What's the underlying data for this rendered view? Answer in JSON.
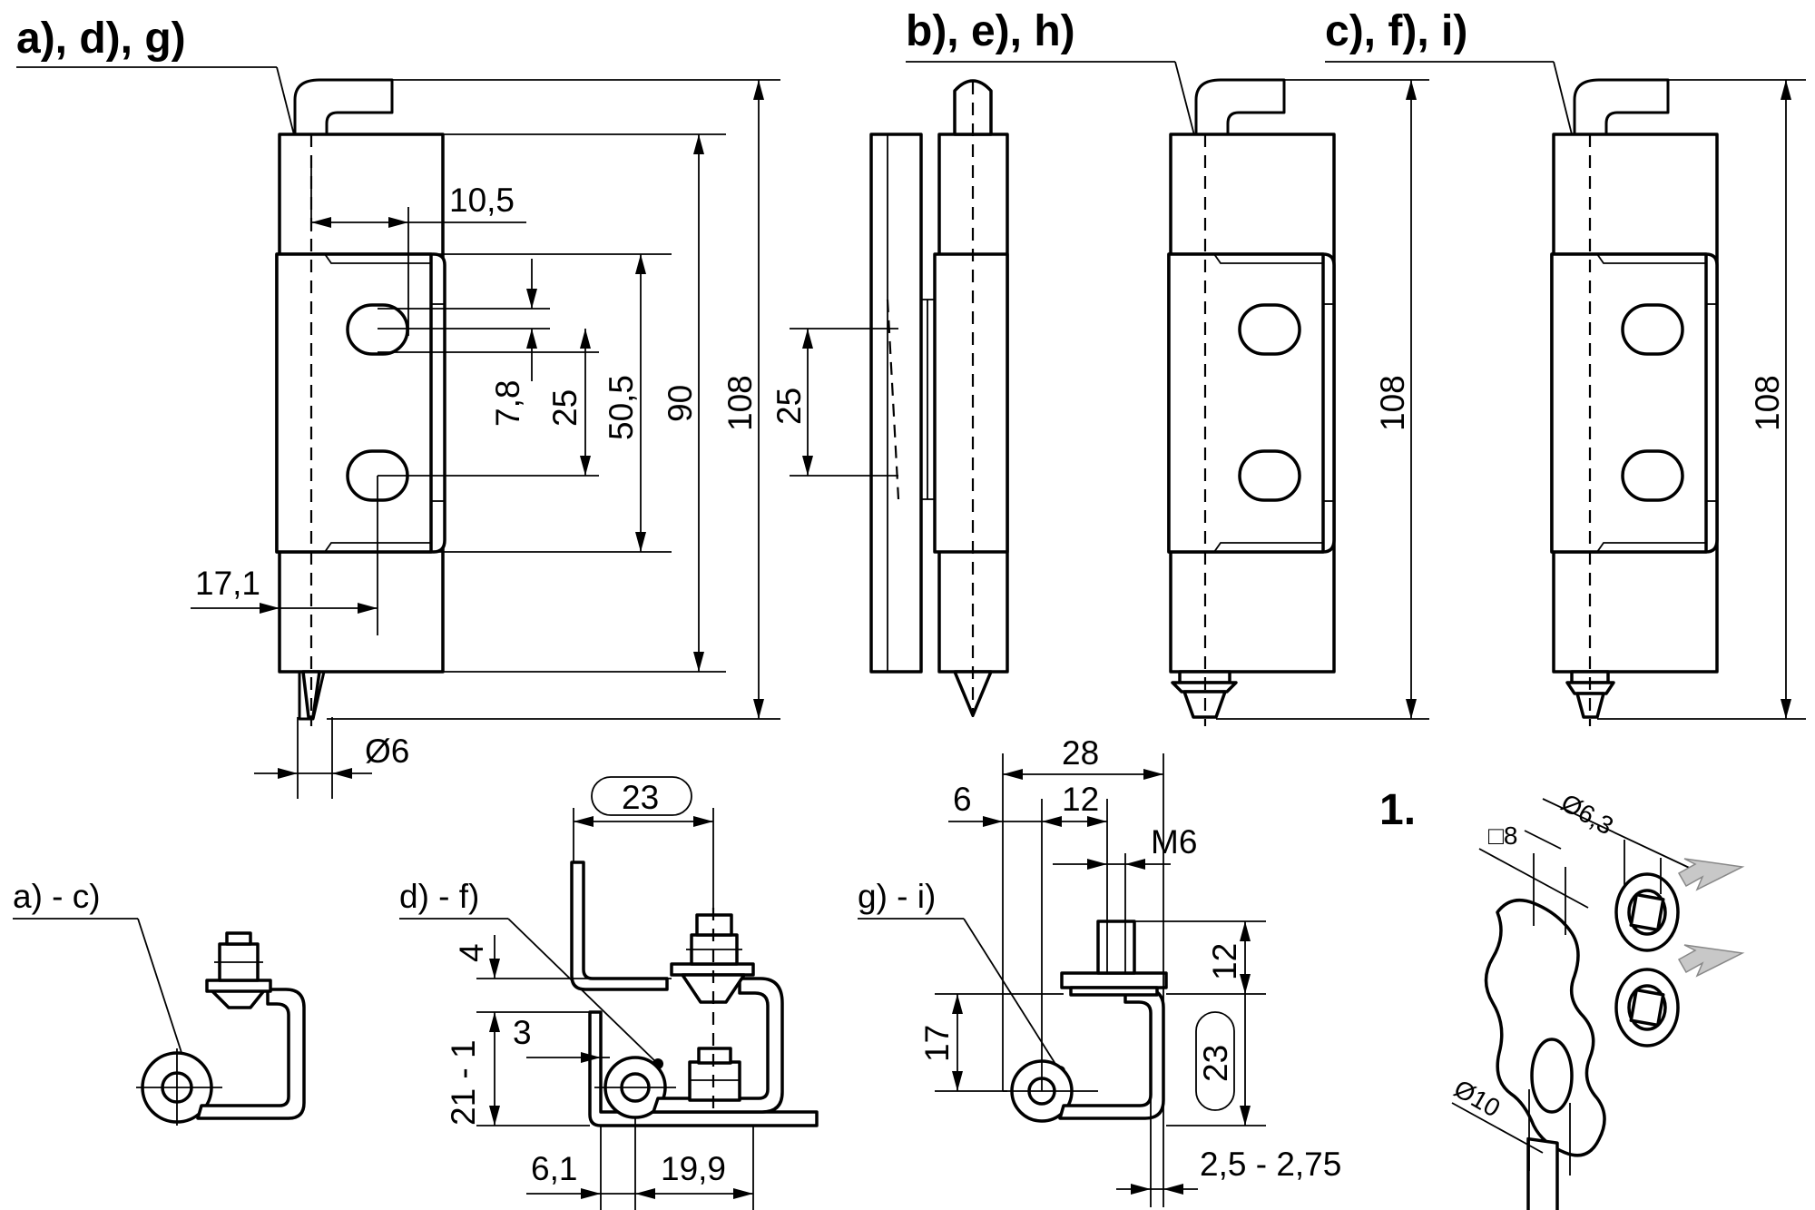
{
  "variant_labels": {
    "adg": "a), d), g)",
    "beh": "b), e), h)",
    "cfi": "c), f), i)",
    "ac": "a) - c)",
    "df": "d) - f)",
    "gi": "g) - i)"
  },
  "dimensions": {
    "d10_5": "10,5",
    "d7_8": "7,8",
    "d25": "25",
    "d50_5": "50,5",
    "d90": "90",
    "d108": "108",
    "d17_1": "17,1",
    "dia6": "Ø6",
    "d25_side": "25",
    "d108_b": "108",
    "d108_c": "108",
    "d23_top": "23",
    "d4": "4",
    "d3": "3",
    "d21_1": "21 - 1",
    "d6_1": "6,1",
    "d19_9": "19,9",
    "d28": "28",
    "d6": "6",
    "d12_top": "12",
    "m6": "M6",
    "d12_side": "12",
    "d17": "17",
    "d23_side": "23",
    "d2_5": "2,5 - 2,75"
  },
  "detail": {
    "number": "1.",
    "sq8": "□8",
    "dia6_3": "Ø6,3",
    "dia10": "Ø10"
  }
}
